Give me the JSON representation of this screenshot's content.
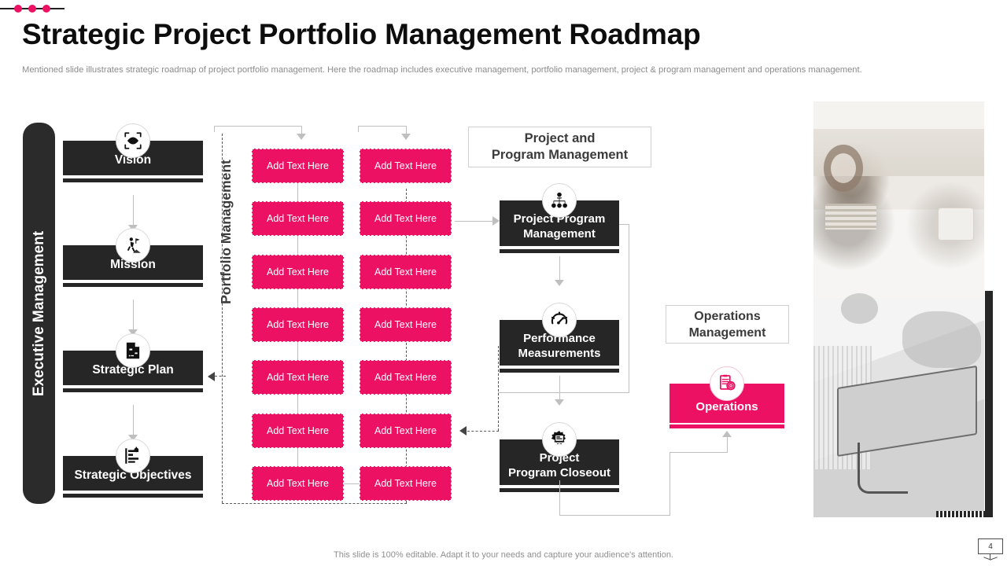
{
  "header": {
    "title": "Strategic Project Portfolio Management Roadmap",
    "subtitle": "Mentioned slide illustrates strategic roadmap of project portfolio management. Here the roadmap includes executive management, portfolio management, project & program management and operations management."
  },
  "colors": {
    "accent_pink": "#ED1164",
    "dark": "#262626",
    "rail_dark": "#2b2b2b",
    "connector_gray": "#bfbfbf",
    "subtitle_gray": "#8c8c8c"
  },
  "executive": {
    "rail_label": "Executive Management",
    "nodes": [
      {
        "label": "Vision",
        "icon": "eye-focus-icon"
      },
      {
        "label": "Mission",
        "icon": "climber-flag-icon"
      },
      {
        "label": "Strategic Plan",
        "icon": "plan-document-icon"
      },
      {
        "label": "Strategic Objectives",
        "icon": "objectives-chart-icon"
      }
    ]
  },
  "portfolio": {
    "title": "Portfolio Management",
    "column_a": [
      "Add Text Here",
      "Add Text Here",
      "Add Text Here",
      "Add Text Here",
      "Add Text Here",
      "Add Text Here",
      "Add Text Here"
    ],
    "column_b": [
      "Add Text Here",
      "Add Text Here",
      "Add Text Here",
      "Add Text Here",
      "Add Text Here",
      "Add Text Here",
      "Add Text Here"
    ]
  },
  "program": {
    "plate_title": "Project and\nProgram Management",
    "plate_line1": "Project and",
    "plate_line2": "Program Management",
    "nodes": [
      {
        "line1": "Project Program",
        "line2": "Management",
        "icon": "org-chart-icon"
      },
      {
        "line1": "Performance",
        "line2": "Measurements",
        "icon": "gauge-speed-icon"
      },
      {
        "line1": "Project",
        "line2": "Program Closeout",
        "icon": "gear-settings-icon"
      }
    ]
  },
  "operations": {
    "plate_line1": "Operations",
    "plate_line2": "Management",
    "node_label": "Operations",
    "node_icon": "clipboard-target-icon"
  },
  "footer": {
    "note": "This slide is 100% editable. Adapt it to your needs and capture your audience's attention.",
    "page_number": "4"
  }
}
